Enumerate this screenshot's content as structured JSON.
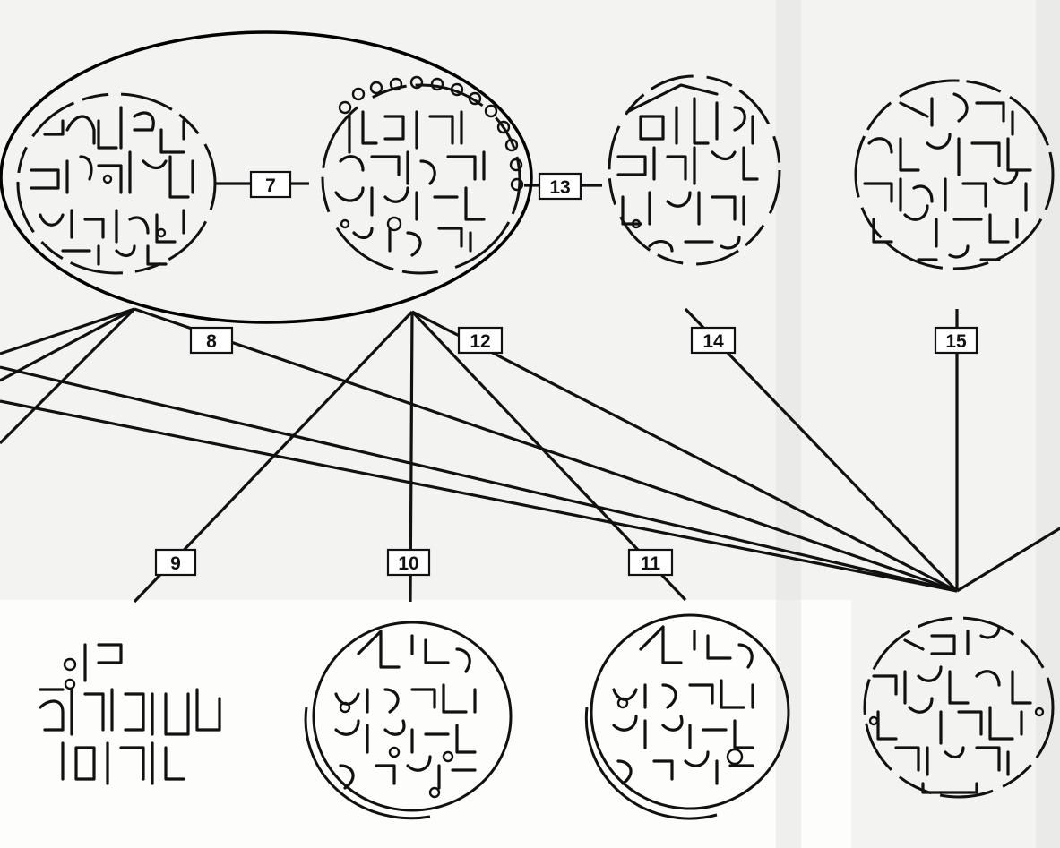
{
  "labels": {
    "l7": "7",
    "l8": "8",
    "l9": "9",
    "l10": "10",
    "l11": "11",
    "l12": "12",
    "l13": "13",
    "l14": "14",
    "l15": "15"
  },
  "colors": {
    "ink": "#111111",
    "paper": "#f3f3f1"
  }
}
